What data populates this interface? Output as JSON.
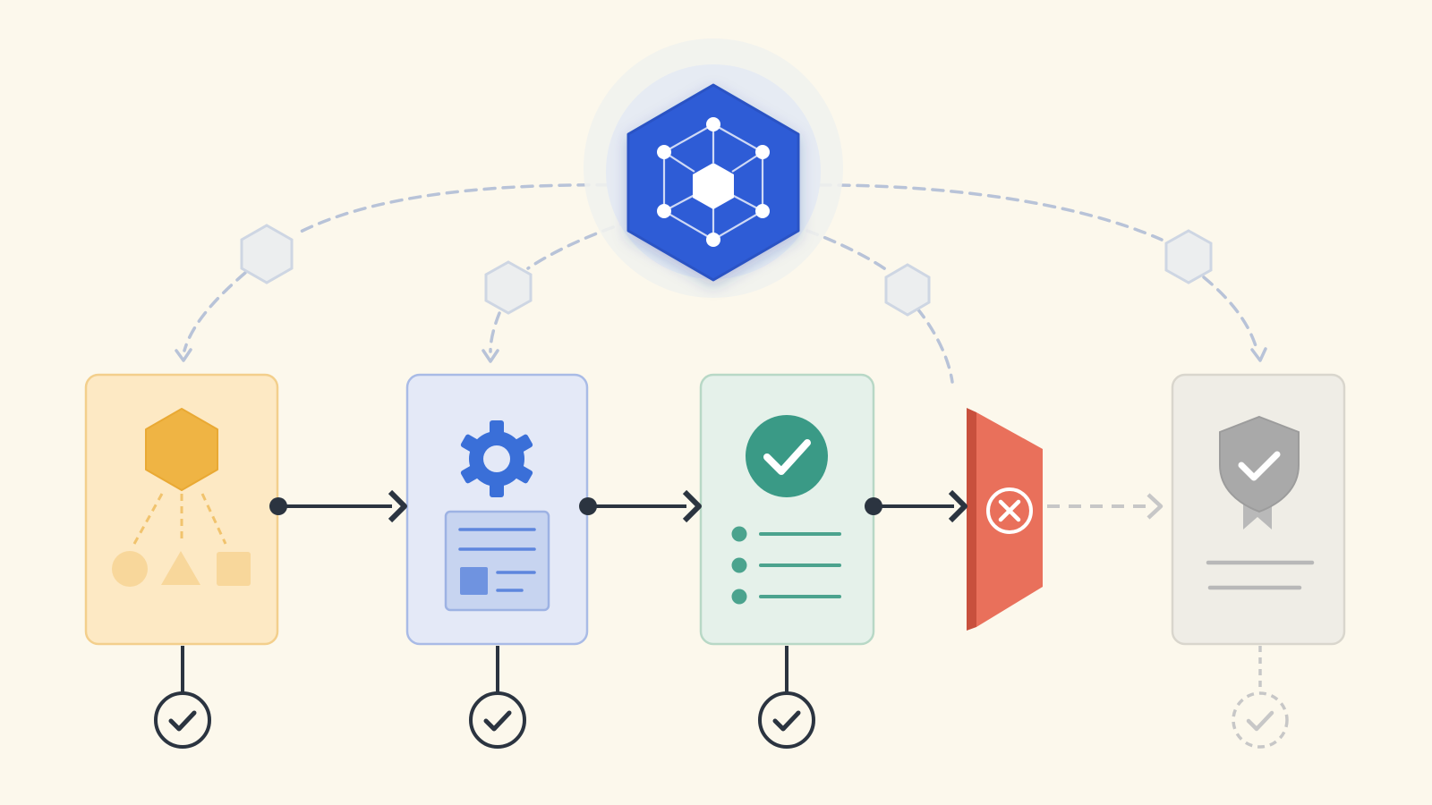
{
  "diagram": {
    "type": "pipeline-flow",
    "hub": {
      "icon": "network-hexagon-icon",
      "color": "#2f5bd6"
    },
    "stages": [
      {
        "id": "decompose",
        "icon": "decompose-shapes-icon",
        "status": "complete",
        "fill": "#fde9c4",
        "stroke": "#f3cf8c",
        "accent": "#efb444"
      },
      {
        "id": "configure",
        "icon": "gear-document-icon",
        "status": "complete",
        "fill": "#e4e9f7",
        "stroke": "#a9bbe6",
        "accent": "#3a6fd8"
      },
      {
        "id": "validate",
        "icon": "check-list-icon",
        "status": "complete",
        "fill": "#e5f1ea",
        "stroke": "#b8d8c6",
        "accent": "#3a9a86"
      },
      {
        "id": "certify",
        "icon": "shield-badge-icon",
        "status": "pending",
        "fill": "#efede6",
        "stroke": "#d9d6cd",
        "accent": "#a9a9a9"
      }
    ],
    "blocker": {
      "icon": "x-circle-icon",
      "color": "#e9705b",
      "status": "rejected"
    },
    "colors": {
      "background": "#fcf8ec",
      "arrow": "#2b3440",
      "dashed_link": "#b8c3d8",
      "pending_link": "#c7c7c7",
      "check": "#2b3440"
    }
  }
}
